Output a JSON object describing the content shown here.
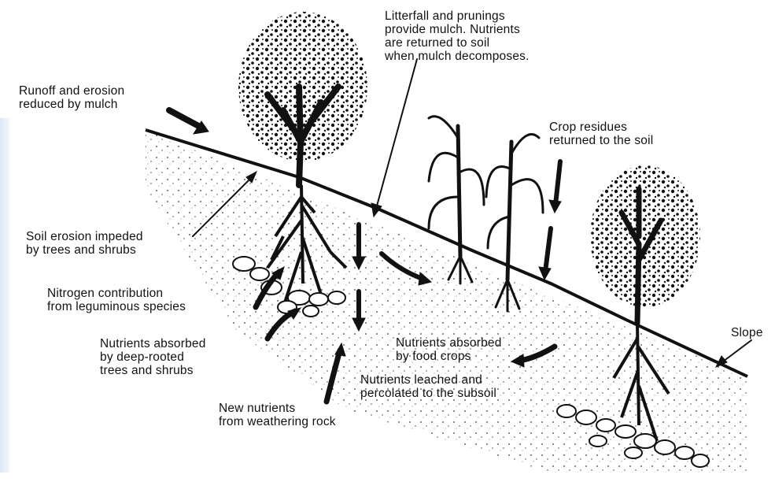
{
  "diagram": {
    "labels": {
      "runoff": [
        "Runoff and erosion",
        "reduced by mulch"
      ],
      "litterfall": [
        "Litterfall and prunings",
        "provide mulch.  Nutrients",
        "are returned to soil",
        "when mulch decomposes."
      ],
      "crop_residues": [
        "Crop residues",
        "returned to the soil"
      ],
      "soil_erosion": [
        "Soil erosion impeded",
        "by trees and shrubs"
      ],
      "nitrogen": [
        "Nitrogen contribution",
        "from leguminous species"
      ],
      "deep_rooted": [
        "Nutrients absorbed",
        "by deep-rooted",
        "trees and shrubs"
      ],
      "food_crops": [
        "Nutrients absorbed",
        "by food crops"
      ],
      "leached": [
        "Nutrients leached and",
        "percolated to the subsoil"
      ],
      "weathering": [
        "New nutrients",
        "from weathering rock"
      ],
      "slope": [
        "Slope"
      ]
    },
    "colors": {
      "ink": "#111111",
      "sidebar": "#dbe8f7"
    }
  }
}
